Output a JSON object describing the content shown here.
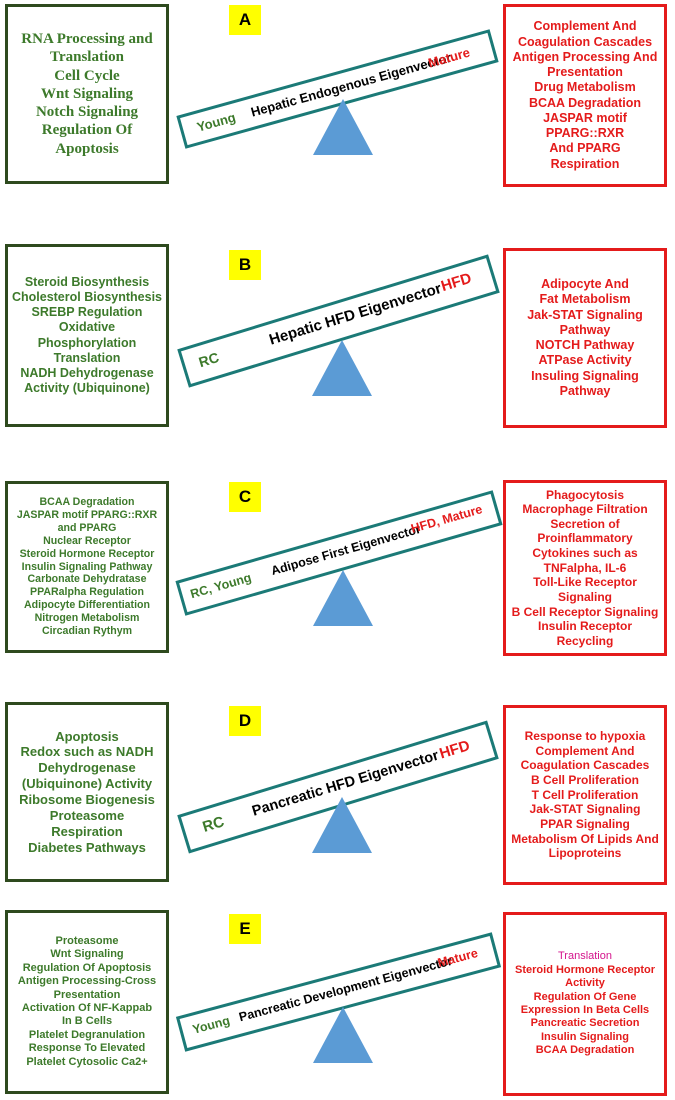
{
  "panels": [
    {
      "letter": "A",
      "left_items": [
        "RNA Processing and",
        "Translation",
        "Cell Cycle",
        "Wnt Signaling",
        "Notch Signaling",
        "Regulation Of Apoptosis"
      ],
      "right_items": [
        "Complement And",
        "Coagulation Cascades",
        "Antigen Processing And",
        "Presentation",
        "Drug Metabolism",
        "BCAA Degradation",
        "JASPAR motif PPARG::RXR",
        "And PPARG",
        "Respiration"
      ],
      "low_label": "Young",
      "beam_title": "Hepatic Endogenous  Eigenvector",
      "high_label": "Mature"
    },
    {
      "letter": "B",
      "left_items": [
        "Steroid Biosynthesis",
        "Cholesterol Biosynthesis",
        "SREBP Regulation",
        "Oxidative Phosphorylation",
        "Translation",
        "NADH Dehydrogenase",
        "Activity (Ubiquinone)"
      ],
      "right_items": [
        "Adipocyte And",
        "Fat Metabolism",
        "Jak-STAT Signaling",
        "Pathway",
        "NOTCH Pathway",
        "ATPase Activity",
        "Insuling Signaling Pathway"
      ],
      "low_label": "RC",
      "beam_title": "Hepatic HFD Eigenvector",
      "high_label": "HFD"
    },
    {
      "letter": "C",
      "left_items": [
        "BCAA Degradation",
        "JASPAR motif PPARG::RXR",
        "and PPARG",
        "Nuclear Receptor",
        "Steroid Hormone Receptor",
        "Insulin Signaling Pathway",
        "Carbonate Dehydratase",
        "PPARalpha Regulation",
        "Adipocyte Differentiation",
        "Nitrogen Metabolism",
        "Circadian Rythym"
      ],
      "right_items": [
        "Phagocytosis",
        "Macrophage Filtration",
        "Secretion of",
        "Proinflammatory",
        "Cytokines such as",
        "TNFalpha, IL-6",
        "Toll-Like Receptor",
        "Signaling",
        "B Cell Receptor Signaling",
        "Insulin Receptor Recycling"
      ],
      "low_label": "RC, Young",
      "beam_title": "Adipose First Eigenvector",
      "high_label": "HFD, Mature"
    },
    {
      "letter": "D",
      "left_items": [
        "Apoptosis",
        "Redox such as NADH",
        "Dehydrogenase",
        "(Ubiquinone) Activity",
        "Ribosome Biogenesis",
        "Proteasome",
        "Respiration",
        "Diabetes Pathways"
      ],
      "right_items": [
        "Response to hypoxia",
        "Complement And",
        "Coagulation Cascades",
        "B Cell Proliferation",
        "T Cell Proliferation",
        "Jak-STAT Signaling",
        "PPAR Signaling",
        "Metabolism Of Lipids And",
        "Lipoproteins"
      ],
      "low_label": "RC",
      "beam_title": "Pancreatic HFD  Eigenvector",
      "high_label": "HFD"
    },
    {
      "letter": "E",
      "left_items": [
        "Proteasome",
        "Wnt Signaling",
        "Regulation Of Apoptosis",
        "Antigen Processing-Cross",
        "Presentation",
        "Activation Of NF-Kappab",
        "In B Cells",
        "Platelet Degranulation",
        "Response To Elevated",
        "Platelet Cytosolic Ca2+"
      ],
      "right_items": [
        "Translation",
        "Steroid Hormone Receptor",
        "Activity",
        "Regulation Of Gene",
        "Expression In Beta Cells",
        "Pancreatic Secretion",
        "Insulin Signaling",
        "BCAA Degradation"
      ],
      "low_label": "Young",
      "beam_title": "Pancreatic Development  Eigenvector",
      "high_label": "Mature"
    }
  ],
  "colors": {
    "left_text": "#3d7a2b",
    "left_border": "#2e4a1e",
    "right_text": "#e41b1b",
    "right_border": "#e41b1b",
    "beam_border": "#1b7a77",
    "triangle": "#5b9bd5",
    "letter_bg": "#ffff00",
    "highlight_item": "#d4148c"
  }
}
